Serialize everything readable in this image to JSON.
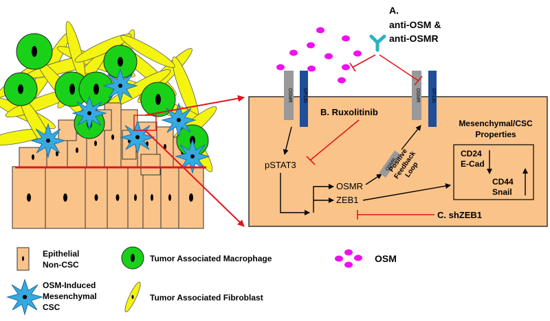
{
  "labels": {
    "a_letter": "A.",
    "a_line1": "anti-OSM &",
    "a_line2": "anti-OSMR",
    "b_label": "B. Ruxolitinib",
    "c_label": "C. shZEB1",
    "pstat3": "pSTAT3",
    "osmr": "OSMR",
    "zeb1": "ZEB1",
    "props_line1": "Mesenchymal/CSC",
    "props_line2": "Properties",
    "cd24": "CD24",
    "ecad": "E-Cad",
    "cd44": "CD44",
    "snail": "Snail",
    "feedback_1": "Positive",
    "feedback_2": "Feedback",
    "feedback_3": "Loop",
    "receptor_osmr": "OSMR",
    "receptor_gp130": "GP130"
  },
  "legend": {
    "epithelial_1": "Epithelial",
    "epithelial_2": "Non-CSC",
    "macrophage": "Tumor Associated Macrophage",
    "osm": "OSM",
    "csc_1": "OSM-Induced",
    "csc_2": "Mesenchymal",
    "csc_3": "CSC",
    "fibroblast": "Tumor Associated Fibroblast"
  },
  "colors": {
    "tan": "#F9C38A",
    "gp130": "#1F4E9A",
    "osmr_receptor": "#999999",
    "red": "#E0141E",
    "magenta": "#EE10EE",
    "teal": "#2BB3C0",
    "green": "#19D119",
    "yellow": "#F4F410",
    "blue_star": "#36A9E1"
  }
}
